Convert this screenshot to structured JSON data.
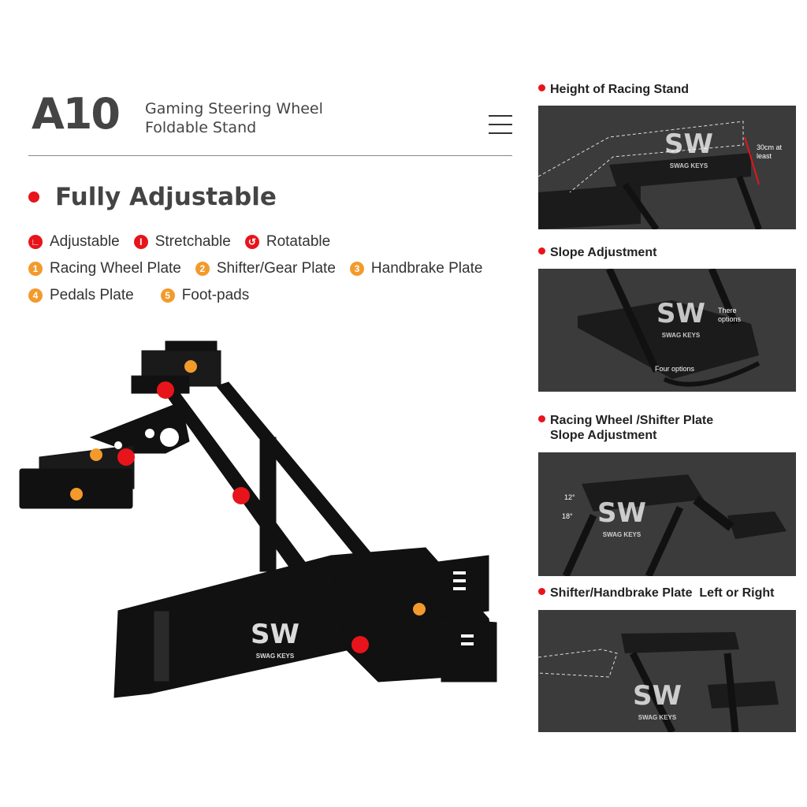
{
  "header": {
    "logo": "A10",
    "subtitle_line1": "Gaming Steering Wheel",
    "subtitle_line2": "Foldable Stand"
  },
  "main": {
    "heading": "Fully Adjustable",
    "features": [
      {
        "icon": "adjust-icon",
        "label": "Adjustable"
      },
      {
        "icon": "stretch-icon",
        "label": "Stretchable"
      },
      {
        "icon": "rotate-icon",
        "label": "Rotatable"
      }
    ],
    "parts": [
      {
        "num": "1",
        "label": "Racing Wheel Plate"
      },
      {
        "num": "2",
        "label": "Shifter/Gear Plate"
      },
      {
        "num": "3",
        "label": "Handbrake Plate"
      },
      {
        "num": "4",
        "label": "Pedals Plate"
      },
      {
        "num": "5",
        "label": "Foot-pads"
      }
    ],
    "watermark_title": "SWAG KEYS"
  },
  "panels": [
    {
      "title": "Height of Racing Stand",
      "note": "30cm at least"
    },
    {
      "title": "Slope Adjustment",
      "note_a": "There options",
      "note_b": "Four options"
    },
    {
      "title_line1": "Racing Wheel /Shifter Plate",
      "title_line2": "Slope Adjustment",
      "angle_a": "12°",
      "angle_b": "18°"
    },
    {
      "title": "Shifter/Handbrake Plate  Left or Right"
    }
  ],
  "colors": {
    "accent_red": "#e8141b",
    "accent_orange": "#f39a2c",
    "panel_bg": "#3b3b3b",
    "text": "#444444"
  }
}
